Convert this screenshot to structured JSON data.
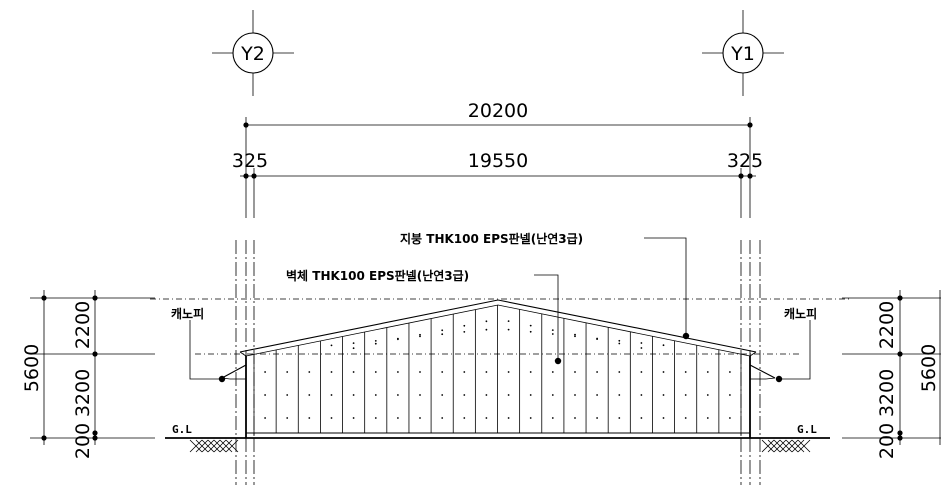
{
  "grid_lines": {
    "left": "Y2",
    "right": "Y1"
  },
  "dimensions": {
    "overall": "20200",
    "left_offset": "325",
    "center_span": "19550",
    "right_offset": "325",
    "left_total_height": "5600",
    "left_upper": "2200",
    "left_middle": "3200",
    "left_lower": "200",
    "right_upper": "2200",
    "right_middle": "3200",
    "right_lower": "200",
    "right_total_height": "5600"
  },
  "notes": {
    "roof": "지붕 THK100 EPS판넬(난연3급)",
    "wall": "벽체 THK100 EPS판넬(난연3급)",
    "canopy_left": "캐노피",
    "canopy_right": "캐노피",
    "ground_left": "G.L",
    "ground_right": "G.L"
  }
}
